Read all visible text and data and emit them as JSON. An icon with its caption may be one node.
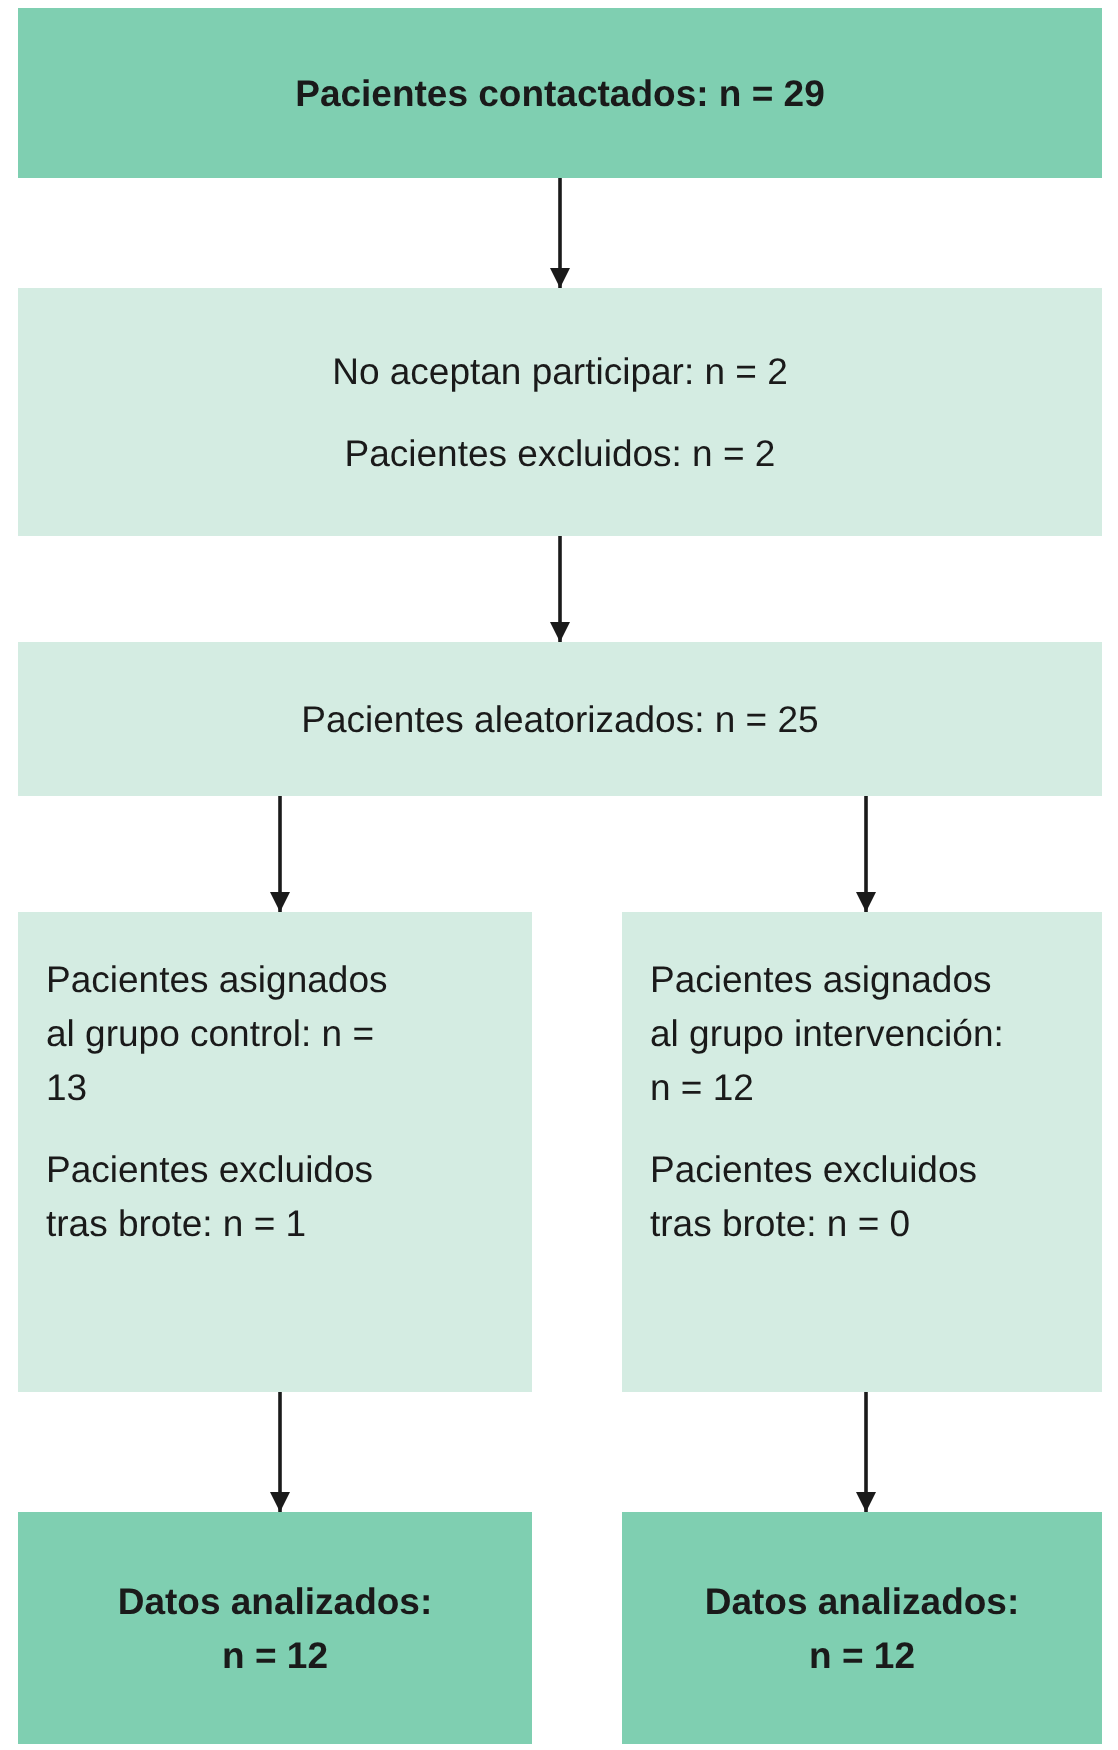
{
  "diagram": {
    "nodes": [
      {
        "text": [
          "Pacientes contactados: n = 29"
        ]
      },
      {
        "text": [
          "No aceptan participar: n = 2",
          "Pacientes excluidos: n = 2"
        ]
      },
      {
        "text": [
          "Pacientes aleatorizados: n = 25"
        ]
      },
      {
        "text": [
          "Pacientes asignados al grupo control: n = 13",
          "Pacientes excluidos tras brote: n = 1"
        ]
      },
      {
        "text": [
          "Pacientes asignados al grupo intervención: n = 12",
          "Pacientes excluidos tras brote: n = 0"
        ]
      },
      {
        "text": [
          "Datos analizados: n = 12"
        ]
      },
      {
        "text": [
          "Datos analizados: n = 12"
        ]
      }
    ],
    "edges": [
      {
        "from": 0,
        "to": 1,
        "arrow": "to"
      },
      {
        "from": 1,
        "to": 2,
        "arrow": "to"
      },
      {
        "from": 2,
        "to": 3,
        "arrow": "to"
      },
      {
        "from": 2,
        "to": 4,
        "arrow": "to"
      },
      {
        "from": 3,
        "to": 5,
        "arrow": "to"
      },
      {
        "from": 4,
        "to": 6,
        "arrow": "to"
      }
    ]
  }
}
